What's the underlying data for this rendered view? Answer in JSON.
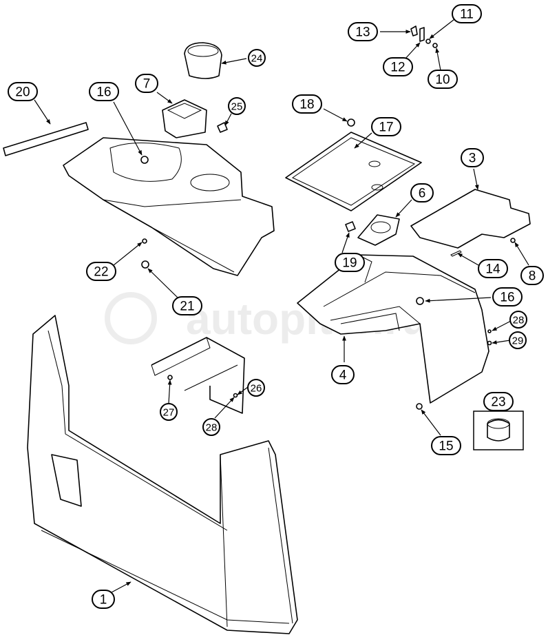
{
  "title": "Console and cab trim parts diagram",
  "watermark": "autopiter.ru",
  "callouts": [
    {
      "label": "20",
      "style": "pill"
    },
    {
      "label": "16",
      "style": "pill"
    },
    {
      "label": "7",
      "style": "pill"
    },
    {
      "label": "24",
      "style": "circle"
    },
    {
      "label": "25",
      "style": "circle"
    },
    {
      "label": "13",
      "style": "pill"
    },
    {
      "label": "11",
      "style": "pill"
    },
    {
      "label": "12",
      "style": "pill"
    },
    {
      "label": "10",
      "style": "pill"
    },
    {
      "label": "18",
      "style": "pill"
    },
    {
      "label": "17",
      "style": "pill"
    },
    {
      "label": "3",
      "style": "pill"
    },
    {
      "label": "6",
      "style": "pill"
    },
    {
      "label": "19",
      "style": "pill"
    },
    {
      "label": "14",
      "style": "pill"
    },
    {
      "label": "8",
      "style": "pill"
    },
    {
      "label": "22",
      "style": "pill"
    },
    {
      "label": "21",
      "style": "pill"
    },
    {
      "label": "16",
      "style": "pill"
    },
    {
      "label": "28",
      "style": "circle"
    },
    {
      "label": "29",
      "style": "circle"
    },
    {
      "label": "4",
      "style": "pill"
    },
    {
      "label": "23",
      "style": "pill"
    },
    {
      "label": "15",
      "style": "pill"
    },
    {
      "label": "26",
      "style": "circle"
    },
    {
      "label": "27",
      "style": "circle"
    },
    {
      "label": "28",
      "style": "circle"
    },
    {
      "label": "1",
      "style": "pill"
    }
  ]
}
